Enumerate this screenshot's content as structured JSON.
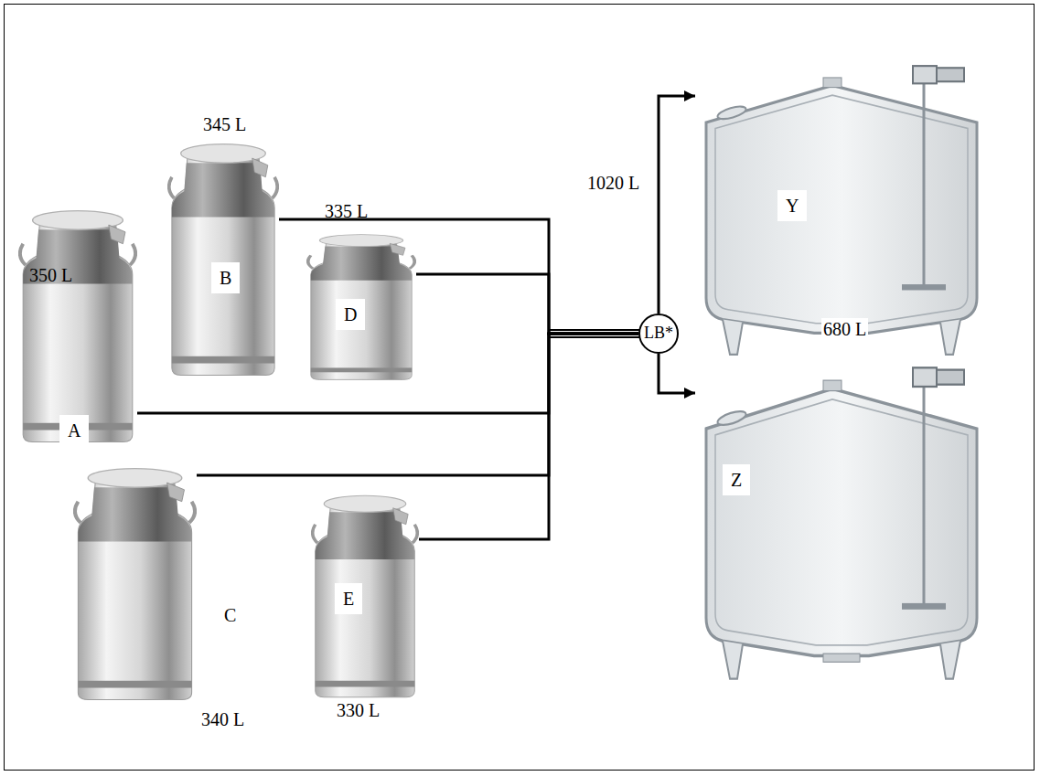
{
  "diagram": {
    "nodes": [
      {
        "text": [
          "A",
          "350 L"
        ]
      },
      {
        "text": [
          "B",
          "345 L"
        ]
      },
      {
        "text": [
          "D",
          "335 L"
        ]
      },
      {
        "text": [
          "C",
          "340 L"
        ]
      },
      {
        "text": [
          "E",
          "330 L"
        ]
      },
      {
        "text": [
          "LB*"
        ]
      },
      {
        "text": [
          "Y"
        ]
      },
      {
        "text": [
          "Z"
        ]
      }
    ],
    "edges": [
      {
        "from": 0,
        "to": 5,
        "arrow": "none"
      },
      {
        "from": 1,
        "to": 5,
        "arrow": "none"
      },
      {
        "from": 2,
        "to": 5,
        "arrow": "none"
      },
      {
        "from": 3,
        "to": 5,
        "arrow": "none"
      },
      {
        "from": 4,
        "to": 5,
        "arrow": "none"
      },
      {
        "from": 5,
        "to": 6,
        "label": "1020 L",
        "arrow": "to"
      },
      {
        "from": 5,
        "to": 7,
        "label": "680 L",
        "arrow": "to"
      }
    ]
  }
}
